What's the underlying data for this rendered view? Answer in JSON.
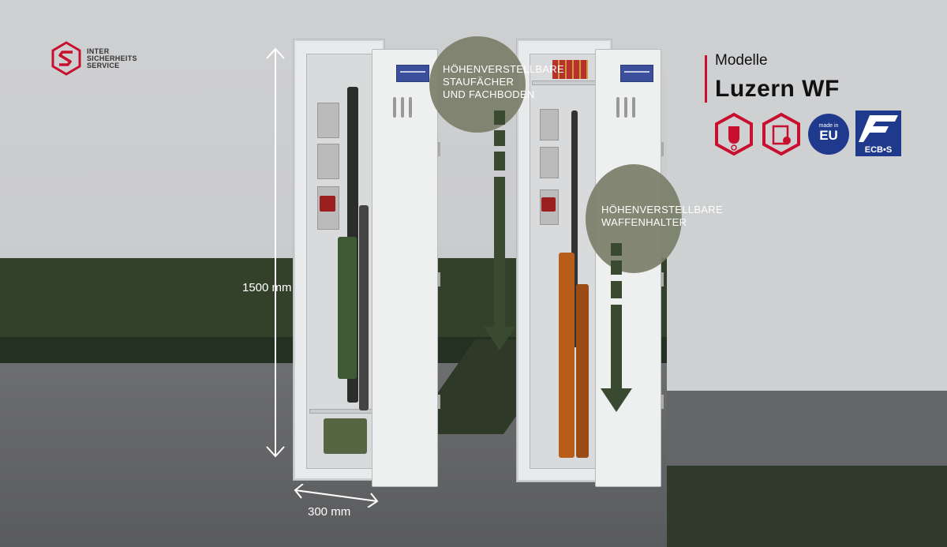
{
  "brand": {
    "logo_text_line1": "INTER",
    "logo_text_line2": "SICHERHEITS",
    "logo_text_line3": "SERVICE"
  },
  "header": {
    "models_label": "Modelle",
    "model_name": "Luzern WF"
  },
  "badges": [
    {
      "icon": "fire-hand-hexagon-icon",
      "color": "#c8102e"
    },
    {
      "icon": "certificate-hexagon-icon",
      "color": "#c8102e"
    },
    {
      "icon": "made-in-eu-icon",
      "text_top": "made in",
      "text_main": "EU",
      "color": "#1f3a8c"
    },
    {
      "icon": "ecbs-logo-icon",
      "text": "ECB•S",
      "color": "#1f3a8c"
    }
  ],
  "dimensions": {
    "height": "1500 mm",
    "width": "300 mm"
  },
  "callouts": {
    "shelf": {
      "line1": "HÖHENVERSTELLBARE",
      "line2": "STAUFÄCHER",
      "line3": "UND FACHBODEN"
    },
    "holder": {
      "line1": "HÖHENVERSTELLBARE",
      "line2": "WAFFENHALTER"
    }
  },
  "colors": {
    "accent_red": "#c8102e",
    "olive": "#33412a",
    "bubble": "#7a7e68"
  }
}
